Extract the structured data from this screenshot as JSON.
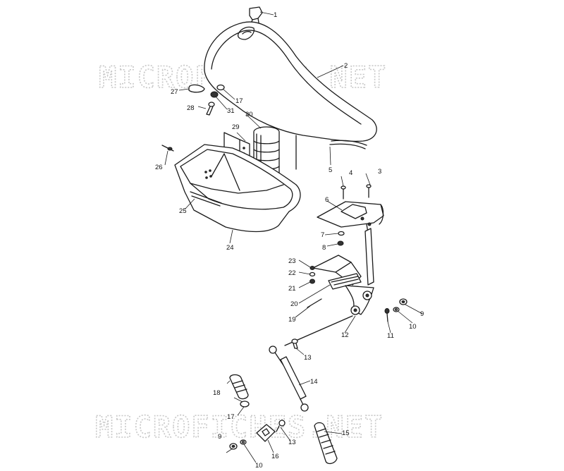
{
  "watermarks": [
    "MICROFICHES.NET",
    "MICROFICHES.NET"
  ],
  "callouts": [
    "1",
    "2",
    "3",
    "4",
    "5",
    "6",
    "7",
    "8",
    "9",
    "9",
    "10",
    "10",
    "11",
    "12",
    "13",
    "13",
    "14",
    "15",
    "16",
    "17",
    "17",
    "18",
    "19",
    "20",
    "21",
    "22",
    "23",
    "24",
    "25",
    "26",
    "27",
    "28",
    "29",
    "30",
    "31"
  ],
  "colors": {
    "line": "#1a1a1a",
    "watermark": "#c8c8c8",
    "background": "#ffffff"
  }
}
